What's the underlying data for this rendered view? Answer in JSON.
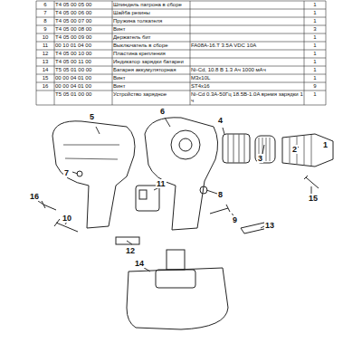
{
  "diagram": {
    "labels": [
      "6",
      "T4 05 00 05 00",
      "Шпиндель патрона в сборе",
      "1",
      "7",
      "T4 05 00 06 00",
      "Шайба резины",
      "1",
      "8",
      "T4 05 00 07 00",
      "Пружина толкателя",
      "1",
      "9",
      "T4 05 00 08 00",
      "Винт",
      "3",
      "10",
      "T4 05 00 09 00",
      "Держатель бит",
      "1",
      "11",
      "00 10 01 04 00",
      "Выключатель в сборе",
      "FA08A-16.T 3.5A VDC 10A",
      "1",
      "12",
      "T4 05 00 10 00",
      "Пластина крепления",
      "1",
      "13",
      "T4 05 00 11 00",
      "Индикатор зарядки батареи",
      "1",
      "14",
      "T5 05 01 00 00",
      "Батарея аккумуляторная",
      "Ni-Cd, 10.8 В 1.3 Ач 1000 мАч",
      "1",
      "15",
      "00 00 04 01 00",
      "Винт",
      "M3x10L",
      "1",
      "16",
      "00 00 04 01 00",
      "Винт",
      "ST4x16",
      "9",
      "T5 05 01 00 00",
      "Устройство зарядное",
      "Ni-Cd 0.3A-50Гц 18.5В-1.0A время зарядки 1 ч",
      "1",
      "5",
      "6",
      "4",
      "3",
      "2",
      "1",
      "15",
      "7",
      "8",
      "11",
      "9",
      "16",
      "10",
      "13",
      "12",
      "14"
    ]
  }
}
